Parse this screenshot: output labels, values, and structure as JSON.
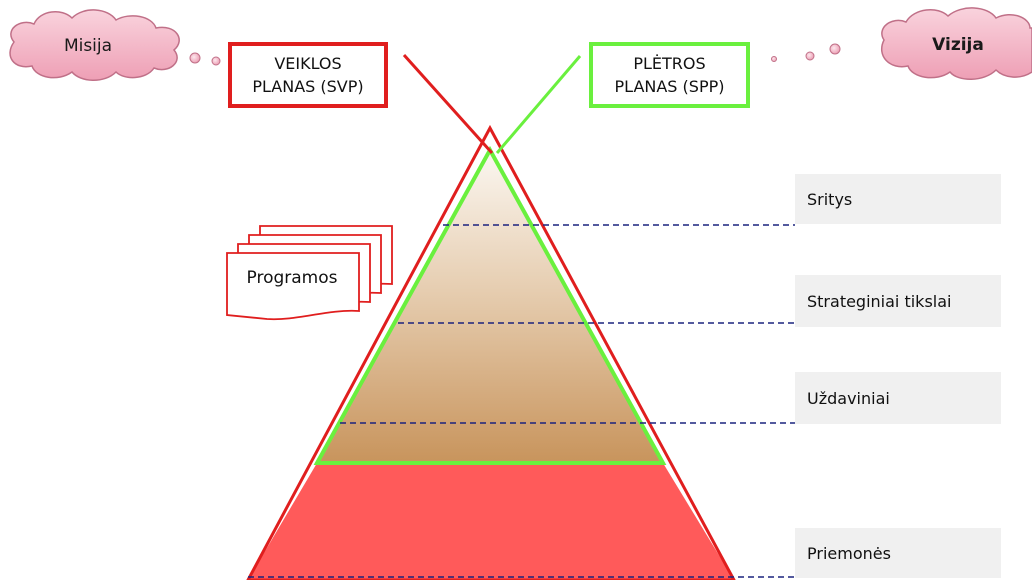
{
  "clouds": {
    "mission": "Misija",
    "vision": "Vizija"
  },
  "plans": {
    "activity": {
      "line1": "VEIKLOS",
      "line2": "PLANAS (SVP)",
      "color": "#e01e1e"
    },
    "development": {
      "line1": "PLĖTROS",
      "line2": "PLANAS (SPP)",
      "color": "#6af03e"
    }
  },
  "programs": {
    "label": "Programos",
    "color": "#e01e1e"
  },
  "levels": [
    {
      "label": "Sritys"
    },
    {
      "label": "Strateginiai tikslai"
    },
    {
      "label": "Uždaviniai"
    },
    {
      "label": "Priemonės"
    }
  ],
  "colors": {
    "pyramid_outline": "#e01e1e",
    "pyramid_base_fill": "#ff5a5a",
    "inner_triangle": "#6af03e",
    "inner_fill_top": "#fbf7f1",
    "inner_fill_bottom": "#c8945c",
    "dashed_line": "#1a237e",
    "cloud_fill": "#f4b6c6",
    "cloud_outline": "#c07088",
    "level_box": "#f0f0f0"
  }
}
